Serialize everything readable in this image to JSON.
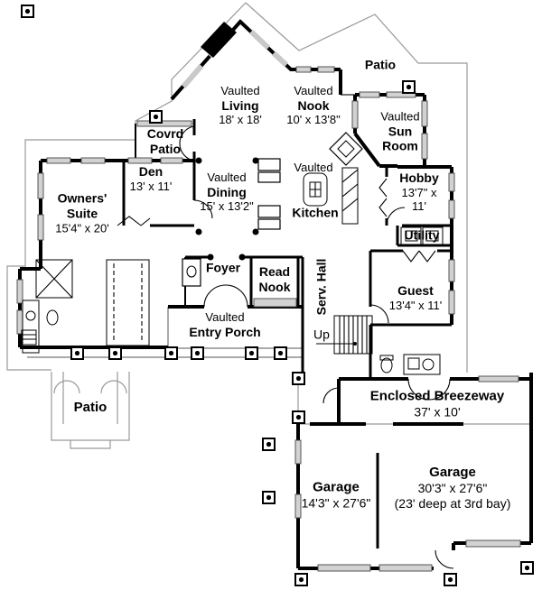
{
  "colors": {
    "wall": "#000000",
    "roof_outline": "#999999",
    "window": "#d2d2d2",
    "background": "#ffffff"
  },
  "rooms": {
    "patio_top": {
      "name": "Patio"
    },
    "living": {
      "prefix": "Vaulted",
      "name": "Living",
      "dims": "18' x 18'"
    },
    "nook": {
      "prefix": "Vaulted",
      "name": "Nook",
      "dims": "10' x 13'8\""
    },
    "sun_room": {
      "prefix": "Vaulted",
      "name": "Sun Room"
    },
    "covrd_patio": {
      "name": "Covrd Patio"
    },
    "den": {
      "name": "Den",
      "dims": "13' x 11'"
    },
    "owners_suite": {
      "name": "Owners' Suite",
      "dims": "15'4\" x 20'"
    },
    "dining": {
      "prefix": "Vaulted",
      "name": "Dining",
      "dims": "15' x 13'2\""
    },
    "kitchen": {
      "prefix": "Vaulted",
      "name": "Kitchen"
    },
    "hobby": {
      "name": "Hobby",
      "dims": "13'7\" x 11'"
    },
    "utility": {
      "name": "Utility"
    },
    "foyer": {
      "name": "Foyer"
    },
    "read_nook": {
      "name": "Read Nook"
    },
    "serv_hall": {
      "name": "Serv. Hall"
    },
    "guest": {
      "name": "Guest",
      "dims": "13'4\" x 11'"
    },
    "entry_porch": {
      "prefix": "Vaulted",
      "name": "Entry Porch"
    },
    "stairs": {
      "name": "Up"
    },
    "patio_bottom": {
      "name": "Patio"
    },
    "breezeway": {
      "name": "Enclosed Breezeway",
      "dims": "37' x 10'"
    },
    "garage_small": {
      "name": "Garage",
      "dims": "14'3\" x 27'6\""
    },
    "garage_large": {
      "name": "Garage",
      "dims": "30'3\" x 27'6\"",
      "extra": "(23' deep at 3rd bay)"
    }
  }
}
